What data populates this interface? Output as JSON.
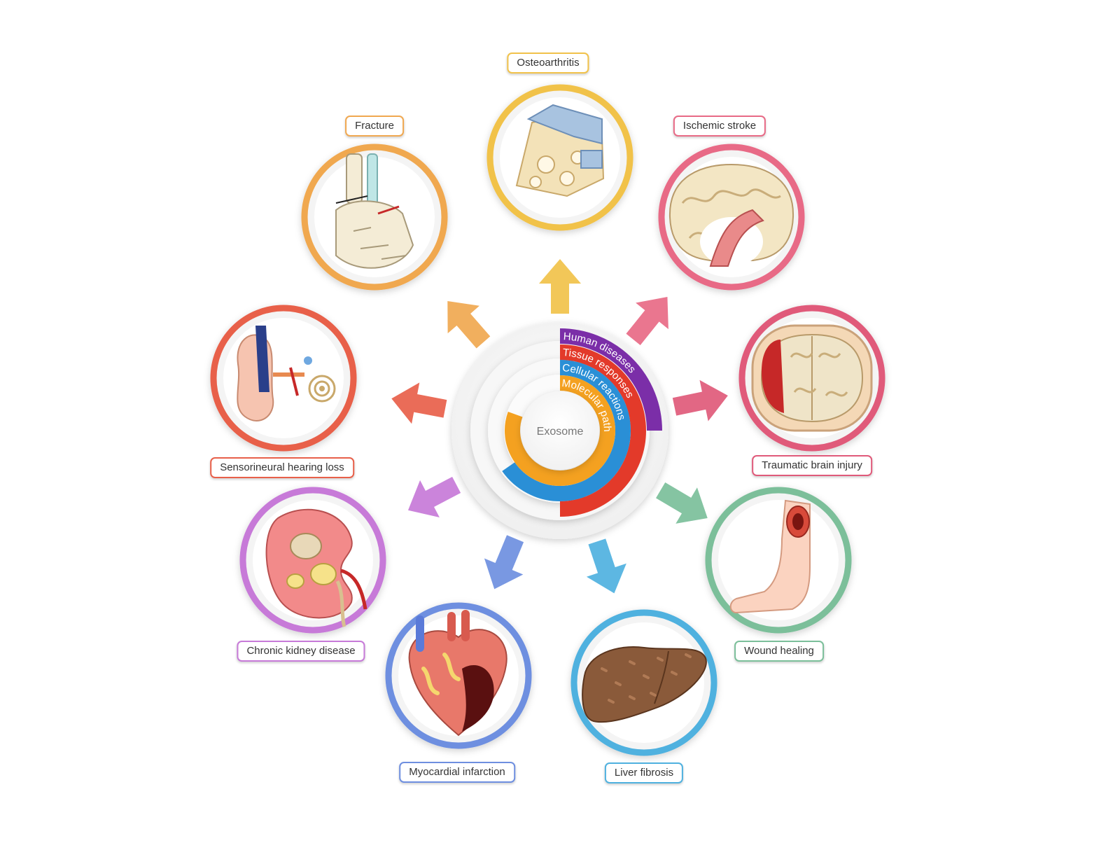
{
  "center": {
    "label": "Exosome",
    "rings": [
      {
        "label": "Human diseases",
        "color": "#7b2ea8"
      },
      {
        "label": "Tissue responses",
        "color": "#e33a2a"
      },
      {
        "label": "Cellular reactions",
        "color": "#2a8fd6"
      },
      {
        "label": "Molecular pathways",
        "color": "#f4a120"
      }
    ]
  },
  "diseases": [
    {
      "label": "Osteoarthritis",
      "color": "#f1c24a",
      "icon": "cartilage-icon"
    },
    {
      "label": "Ischemic stroke",
      "color": "#e86a86",
      "icon": "brain-stroke-icon"
    },
    {
      "label": "Traumatic brain injury",
      "color": "#e05a7a",
      "icon": "brain-injury-icon"
    },
    {
      "label": "Wound healing",
      "color": "#7bbf9a",
      "icon": "foot-wound-icon"
    },
    {
      "label": "Liver fibrosis",
      "color": "#4fb1df",
      "icon": "liver-icon"
    },
    {
      "label": "Myocardial infarction",
      "color": "#6e8fe0",
      "icon": "heart-icon"
    },
    {
      "label": "Chronic kidney disease",
      "color": "#c77ad8",
      "icon": "kidney-icon"
    },
    {
      "label": "Sensorineural hearing loss",
      "color": "#e8604a",
      "icon": "ear-icon"
    },
    {
      "label": "Fracture",
      "color": "#f0a850",
      "icon": "bone-fracture-icon"
    }
  ]
}
